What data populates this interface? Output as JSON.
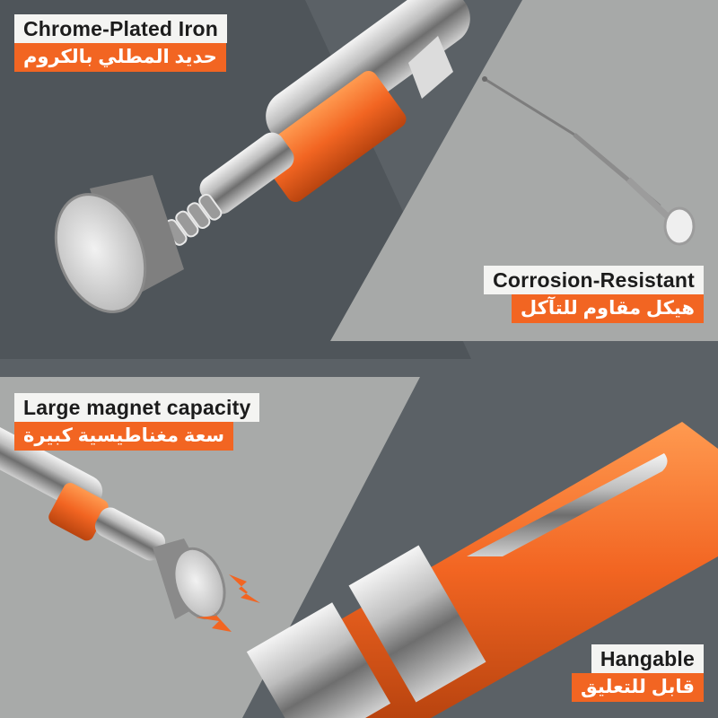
{
  "features": [
    {
      "en": "Chrome-Plated Iron",
      "ar": "حديد المطلي بالكروم"
    },
    {
      "en": "Corrosion-Resistant",
      "ar": "هيكل مقاوم للتآكل"
    },
    {
      "en": "Large magnet capacity",
      "ar": "سعة مغناطيسية كبيرة"
    },
    {
      "en": "Hangable",
      "ar": "قابل للتعليق"
    }
  ],
  "colors": {
    "accent_orange": "#f26522",
    "panel_light": "#a7a9a8",
    "panel_dark": "#5b6166",
    "label_bg": "#f4f4f2"
  }
}
